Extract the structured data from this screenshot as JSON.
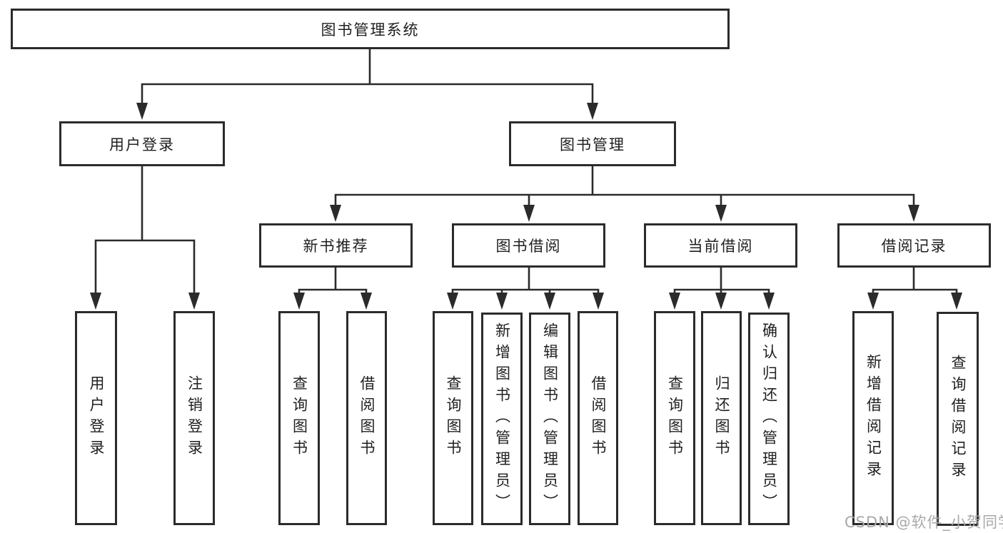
{
  "tree": {
    "root": "图书管理系统",
    "branches": [
      {
        "label": "用户登录",
        "children": [
          "用户登录",
          "注销登录"
        ]
      },
      {
        "label": "图书管理",
        "groups": [
          {
            "label": "新书推荐",
            "children": [
              "查询图书",
              "借阅图书"
            ]
          },
          {
            "label": "图书借阅",
            "children": [
              "查询图书",
              "新增图书（管理员）",
              "编辑图书（管理员）",
              "借阅图书"
            ]
          },
          {
            "label": "当前借阅",
            "children": [
              "查询图书",
              "归还图书",
              "确认归还（管理员）"
            ]
          },
          {
            "label": "借阅记录",
            "children": [
              "新增借阅记录",
              "查询借阅记录"
            ]
          }
        ]
      }
    ]
  },
  "colors": {
    "line": "#2b2b2b",
    "text": "#1f1f1f",
    "watermark": "#a9a9a9",
    "background": "#ffffff"
  },
  "watermark": "CSDN @软件_小贺同学"
}
